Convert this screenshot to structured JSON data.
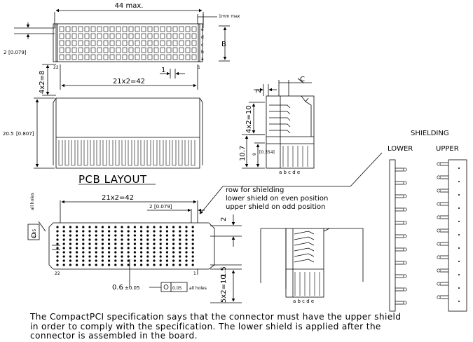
{
  "top_view": {
    "width_label": "44 max.",
    "flange_label": "1mm max",
    "pitch_label": "2",
    "pitch_inch": "[0.079]",
    "dim_B": "B",
    "row_letters": [
      "e",
      "d",
      "c",
      "b",
      "a"
    ],
    "pin_first": "1",
    "pin_last": "22",
    "length_label": "21x2=42",
    "width_4x2": "4x2=8",
    "offset_label": "1"
  },
  "front_view": {
    "height_label": "20.5",
    "height_inch": "[0.807]"
  },
  "side_view": {
    "pitch_label": "2",
    "dim_C": "C",
    "rows_dim": "4x2=10",
    "height_label": "10.7",
    "sub_height": "9",
    "sub_height_inch": "[0.354]",
    "row_letters": "a b c d e"
  },
  "pcb_layout": {
    "title": "PCB LAYOUT",
    "length_label": "21x2=42",
    "pitch_label": "2",
    "pitch_inch": "[0.079]",
    "hole_tol": "0.05",
    "all_holes": "all holes",
    "pin_first": "1",
    "pin_last": "22",
    "hole_dia": "0.6",
    "hole_dia_tol": "±0.05",
    "right_pitch": "2",
    "right_offset": "1.5",
    "right_rows": "5x2=10"
  },
  "shielding_callout": {
    "line1": "row for shielding",
    "line2": "lower shield on even position",
    "line3": "upper shield on odd position"
  },
  "bottom_side_view": {
    "row_letters": "a b c d e"
  },
  "shielding": {
    "title": "SHIELDING",
    "lower": "LOWER",
    "upper": "UPPER"
  },
  "footnote": {
    "line1": "The CompactPCI specification says that the connector must have the upper shield",
    "line2": "in order to comply with the specification.   The lower shield is applied after the",
    "line3": "connector is assembled in the board."
  }
}
